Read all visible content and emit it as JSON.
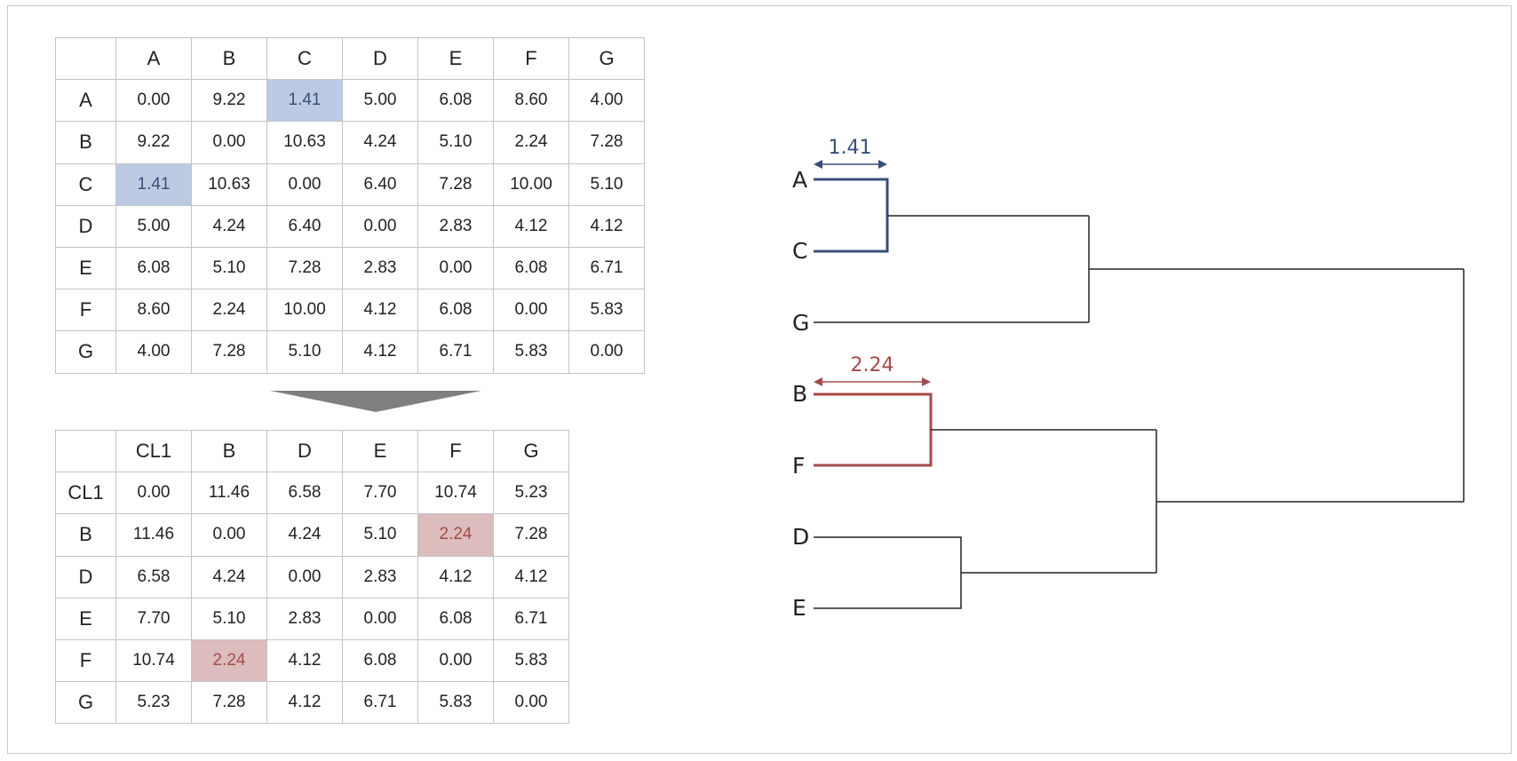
{
  "matrix1": {
    "headers": [
      "",
      "A",
      "B",
      "C",
      "D",
      "E",
      "F",
      "G"
    ],
    "rows": [
      {
        "label": "A",
        "values": [
          "0.00",
          "9.22",
          "1.41",
          "5.00",
          "6.08",
          "8.60",
          "4.00"
        ]
      },
      {
        "label": "B",
        "values": [
          "9.22",
          "0.00",
          "10.63",
          "4.24",
          "5.10",
          "2.24",
          "7.28"
        ]
      },
      {
        "label": "C",
        "values": [
          "1.41",
          "10.63",
          "0.00",
          "6.40",
          "7.28",
          "10.00",
          "5.10"
        ]
      },
      {
        "label": "D",
        "values": [
          "5.00",
          "4.24",
          "6.40",
          "0.00",
          "2.83",
          "4.12",
          "4.12"
        ]
      },
      {
        "label": "E",
        "values": [
          "6.08",
          "5.10",
          "7.28",
          "2.83",
          "0.00",
          "6.08",
          "6.71"
        ]
      },
      {
        "label": "F",
        "values": [
          "8.60",
          "2.24",
          "10.00",
          "4.12",
          "6.08",
          "0.00",
          "5.83"
        ]
      },
      {
        "label": "G",
        "values": [
          "4.00",
          "7.28",
          "5.10",
          "4.12",
          "6.71",
          "5.83",
          "0.00"
        ]
      }
    ],
    "highlight": {
      "color": "blue",
      "cells": [
        [
          0,
          2
        ],
        [
          2,
          0
        ]
      ]
    }
  },
  "matrix2": {
    "headers": [
      "",
      "CL1",
      "B",
      "D",
      "E",
      "F",
      "G"
    ],
    "rows": [
      {
        "label": "CL1",
        "values": [
          "0.00",
          "11.46",
          "6.58",
          "7.70",
          "10.74",
          "5.23"
        ]
      },
      {
        "label": "B",
        "values": [
          "11.46",
          "0.00",
          "4.24",
          "5.10",
          "2.24",
          "7.28"
        ]
      },
      {
        "label": "D",
        "values": [
          "6.58",
          "4.24",
          "0.00",
          "2.83",
          "4.12",
          "4.12"
        ]
      },
      {
        "label": "E",
        "values": [
          "7.70",
          "5.10",
          "2.83",
          "0.00",
          "6.08",
          "6.71"
        ]
      },
      {
        "label": "F",
        "values": [
          "10.74",
          "2.24",
          "4.12",
          "6.08",
          "0.00",
          "5.83"
        ]
      },
      {
        "label": "G",
        "values": [
          "5.23",
          "7.28",
          "4.12",
          "6.71",
          "5.83",
          "0.00"
        ]
      }
    ],
    "highlight": {
      "color": "red",
      "cells": [
        [
          1,
          4
        ],
        [
          4,
          1
        ]
      ]
    }
  },
  "dendrogram": {
    "leaves": [
      "A",
      "C",
      "G",
      "B",
      "F",
      "D",
      "E"
    ],
    "first_merge": {
      "pair": [
        "A",
        "C"
      ],
      "distance": "1.41"
    },
    "second_merge": {
      "pair": [
        "B",
        "F"
      ],
      "distance": "2.24"
    }
  },
  "colors": {
    "blue": "#3a4f78",
    "blue_fill": "#bccbe3",
    "red": "#a44b4b",
    "red_fill": "#dcbcbc",
    "arrow": "#7f7f7f",
    "line": "#222222"
  }
}
